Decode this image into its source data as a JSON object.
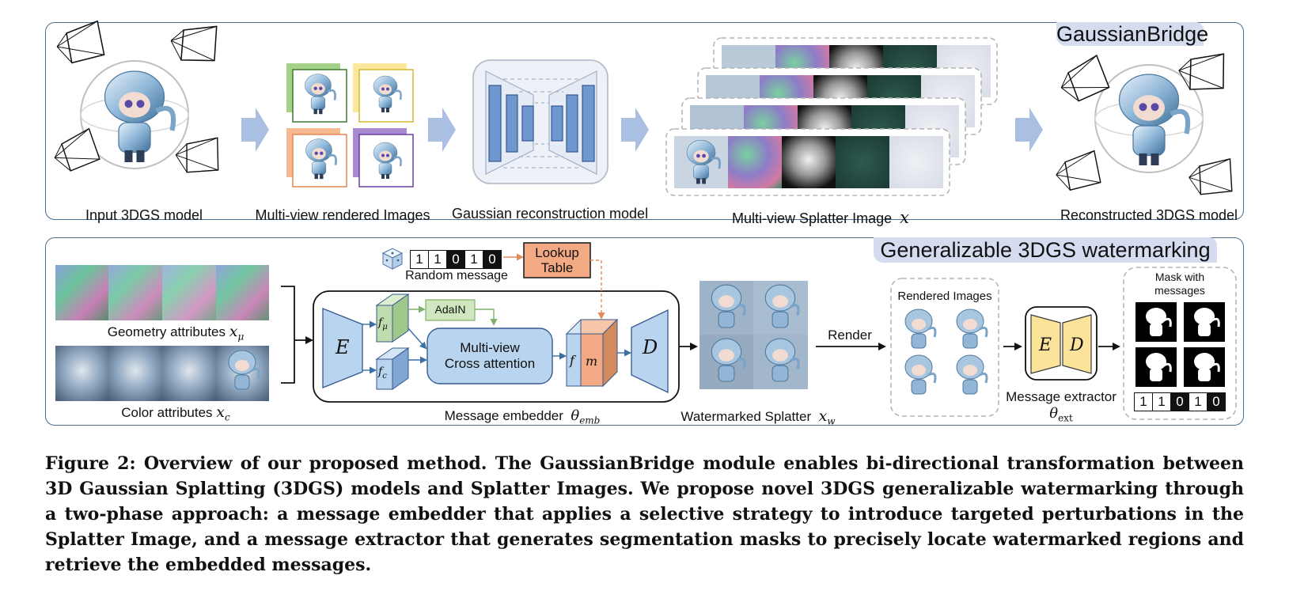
{
  "top_panel": {
    "title": "GaussianBridge",
    "labels": {
      "input": "Input 3DGS model",
      "multiview": "Multi-view rendered Images",
      "recon_model": "Gaussian reconstruction model",
      "splatter": "Multi-view Splatter Image",
      "splatter_sym": "x",
      "reconstructed": "Reconstructed 3DGS model"
    }
  },
  "bottom_panel": {
    "title": "Generalizable 3DGS watermarking",
    "random_message": "Random message",
    "message_bits": [
      "1",
      "1",
      "0",
      "1",
      "0"
    ],
    "lookup_table": [
      "Lookup",
      "Table"
    ],
    "adain": "AdaIN",
    "cross_attention": [
      "Multi-view",
      "Cross attention"
    ],
    "encoder": "E",
    "decoder": "D",
    "f_mu": "f",
    "f_mu_sub": "μ",
    "f_c": "f",
    "f_c_sub": "c",
    "f": "f",
    "m": "m",
    "geometry": "Geometry attributes",
    "geometry_sym": "x",
    "geometry_sub": "μ",
    "color": "Color attributes",
    "color_sym": "x",
    "color_sub": "c",
    "embedder": "Message embedder",
    "embedder_sym": "θ",
    "embedder_sub": "emb",
    "watermarked": "Watermarked Splatter",
    "watermarked_sym": "x",
    "watermarked_sub": "w",
    "render": "Render",
    "rendered_images": "Rendered Images",
    "extractor": "Message extractor",
    "extractor_sym": "θ",
    "extractor_sub": "ext",
    "extractor_E": "E",
    "extractor_D": "D",
    "mask_title": [
      "Mask with",
      "messages"
    ],
    "extracted_bits": [
      "1",
      "1",
      "0",
      "1",
      "0"
    ]
  },
  "caption": "Figure 2: Overview of our proposed method. The GaussianBridge module enables bi-directional transformation between 3D Gaussian Splatting (3DGS) models and Splatter Images. We propose novel 3DGS generalizable watermarking through a two-phase approach: a message embedder that applies a selective strategy to introduce targeted perturbations in the Splatter Image, and a message extractor that generates segmentation masks to precisely locate watermarked regions and retrieve the embedded messages.",
  "colors": {
    "panel_border": "#4a6d92",
    "title_bg": "#d5dcf0",
    "arrow_fill": "#aac0e2",
    "block_blue": "#6f97d0",
    "block_light": "#b9d4ee",
    "lookup_orange": "#f3aa84",
    "adain_green": "#cfe6bf",
    "extractor_yellow": "#fbe49a"
  }
}
